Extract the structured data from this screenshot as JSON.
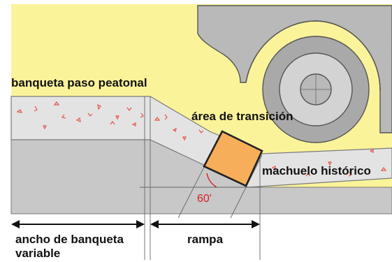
{
  "labels": {
    "sidewalk": "banqueta paso peatonal",
    "transition": "área de transición",
    "curb": "machuelo histórico",
    "width": "ancho de banqueta",
    "width_line2": "variable",
    "ramp": "rampa",
    "angle": "60'"
  },
  "colors": {
    "road": "#fbf39a",
    "ground": "#c8c8c8",
    "sidewalk": "#e3e3e3",
    "transition_box": "#f7ae5a",
    "aggregate": "#e0574a",
    "car": "#b9b9b9"
  }
}
